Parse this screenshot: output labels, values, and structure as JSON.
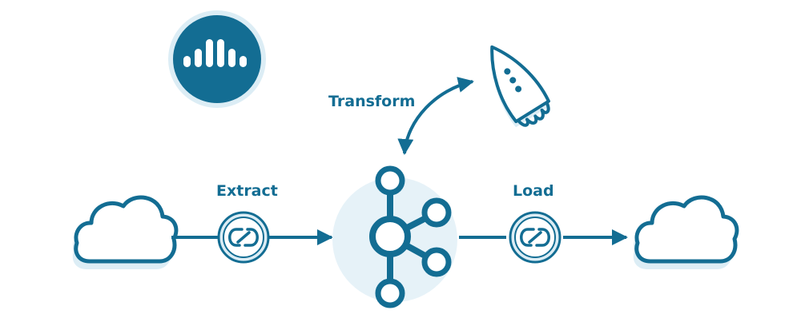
{
  "labels": {
    "extract": "Extract",
    "transform": "Transform",
    "load": "Load"
  },
  "colors": {
    "primary": "#136d93",
    "light_fill": "#dcedf5",
    "halo": "#e6f2f8",
    "white": "#ffffff"
  },
  "icons": {
    "logo": "confluent-logo-icon",
    "source": "cloud-icon",
    "destination": "cloud-icon",
    "connector": "connector-link-icon",
    "hub": "kafka-icon",
    "processor": "rocket-icon"
  }
}
